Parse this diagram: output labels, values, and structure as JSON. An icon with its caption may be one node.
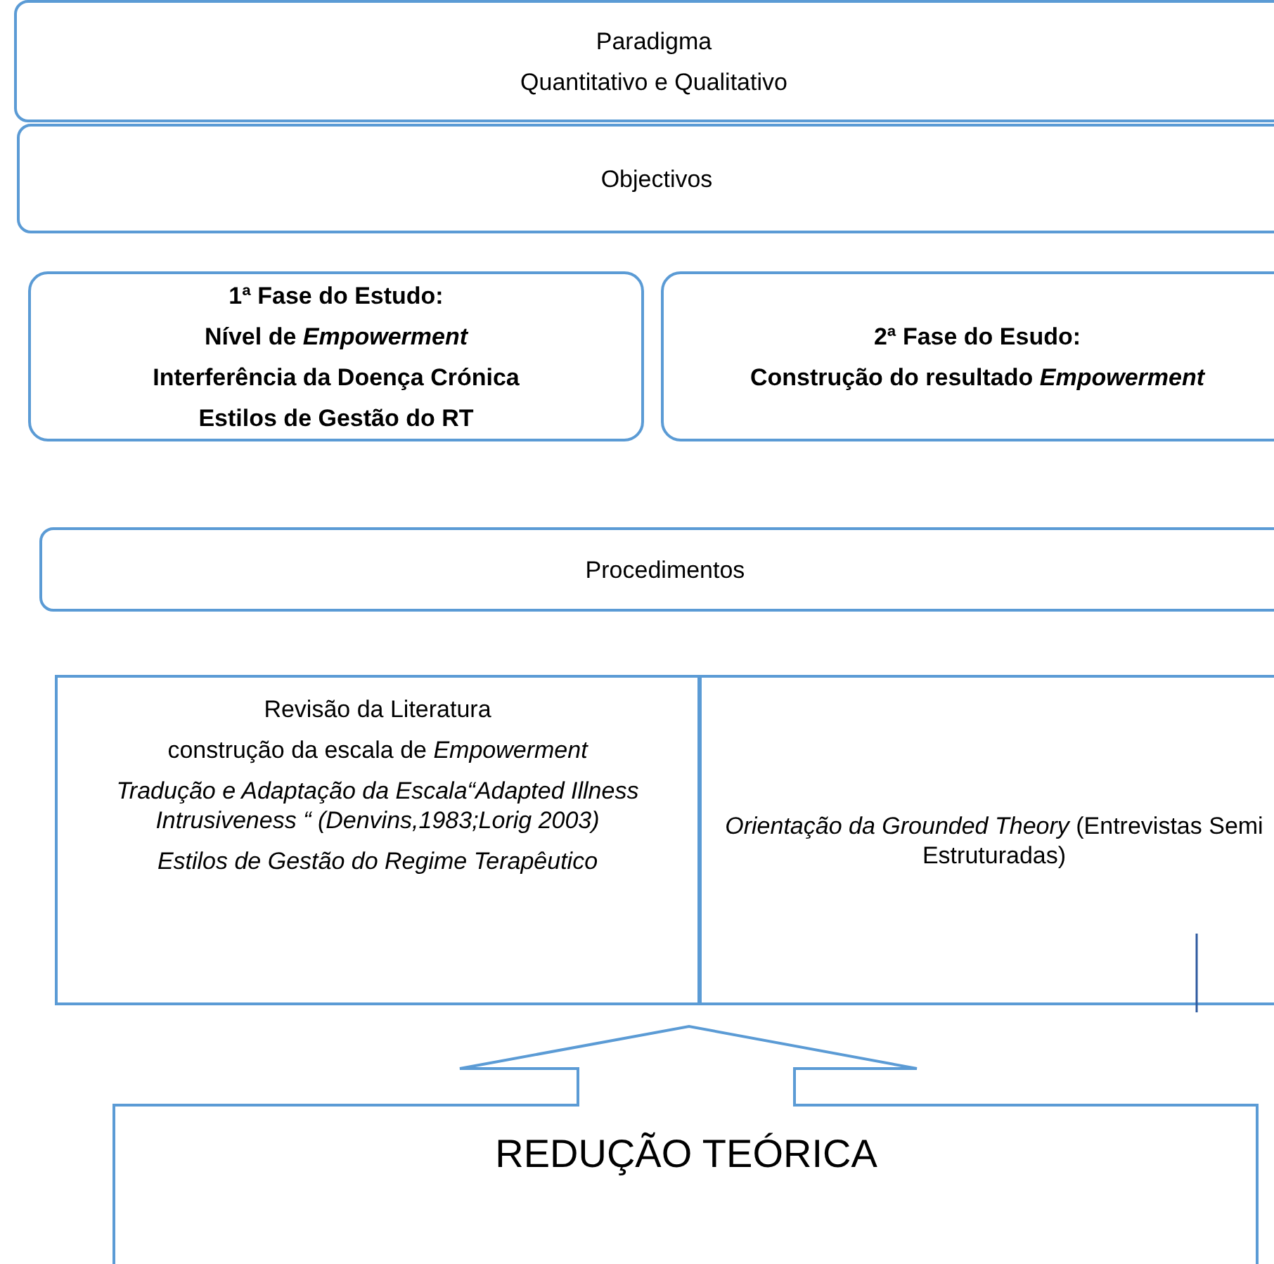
{
  "diagram": {
    "nodes": [
      {
        "text": [
          "Paradigma",
          "Quantitativo e Qualitativo"
        ]
      },
      {
        "text": [
          "Objectivos"
        ]
      },
      {
        "text": [
          "1ª Fase do Estudo:",
          "Nível  de *Empowerment*",
          "Interferência da Doença Crónica",
          "Estilos de Gestão do RT"
        ]
      },
      {
        "text": [
          "2ª Fase do Esudo:",
          "Construção do resultado *Empowerment*"
        ]
      },
      {
        "text": [
          "Procedimentos"
        ]
      },
      {
        "text": [
          "Revisão da Literatura",
          "construção da escala de *Empowerment*",
          "Tradução e Adaptação da Escala“Adapted Illness Intrusiveness “ (Denvins,1983;Lorig 2003)",
          "Estilos de Gestão do Regime Terapêutico"
        ]
      },
      {
        "text": [
          "*Orientação da Grounded Theory* (Entrevistas Semi Estruturadas)"
        ]
      },
      {
        "text": [
          "REDUÇÃO TEÓRICA"
        ]
      }
    ]
  }
}
